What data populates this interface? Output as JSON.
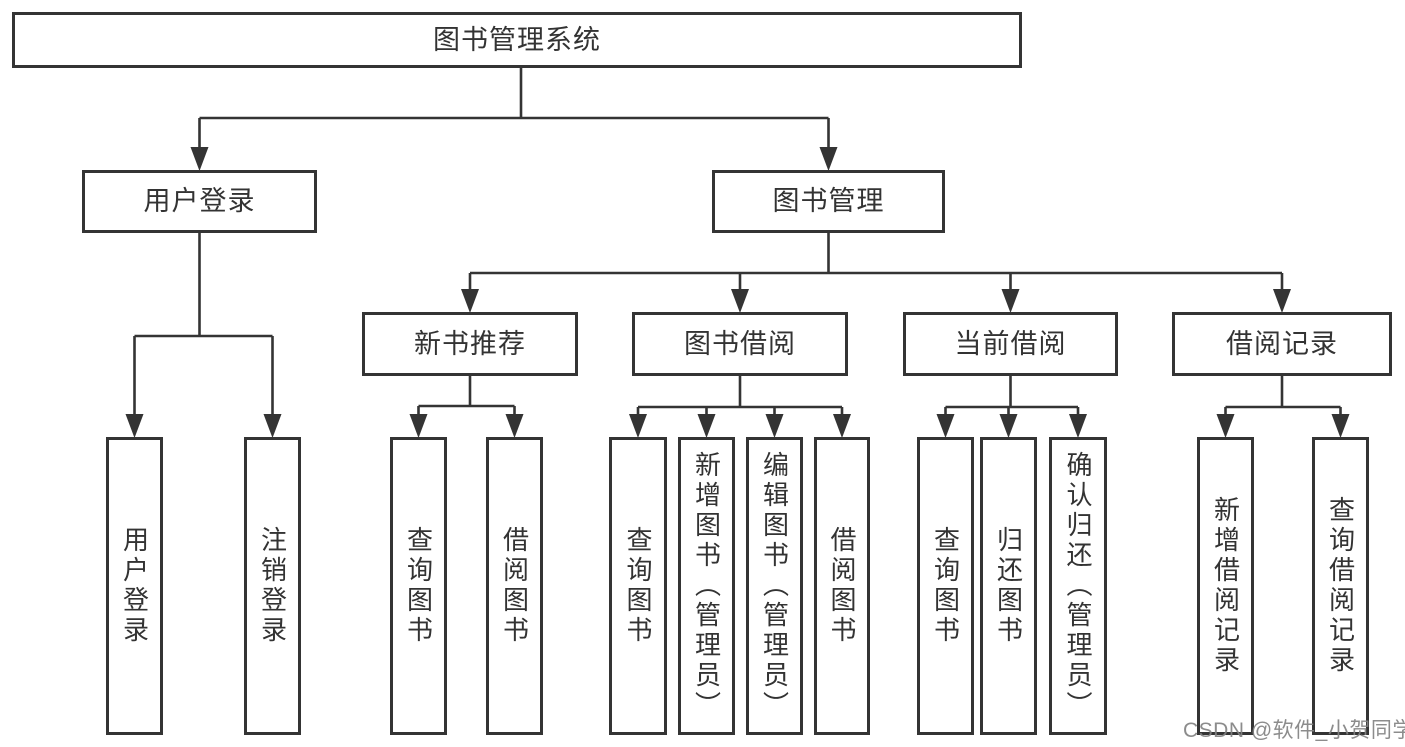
{
  "colors": {
    "background": "#ffffff",
    "line": "#343434",
    "box_border": "#343434",
    "text": "#333333",
    "watermark": "#828282"
  },
  "watermark": {
    "text": "CSDN @软件_小贺同学"
  },
  "nodes": {
    "root": "图书管理系统",
    "user_login": "用户登录",
    "book_management": "图书管理",
    "new_book_recommend": "新书推荐",
    "book_borrowing": "图书借阅",
    "current_borrowing": "当前借阅",
    "borrowing_records": "借阅记录",
    "leaf_user_login": "用户登录",
    "leaf_logout": "注销登录",
    "leaf_recommend_query_books": "查询图书",
    "leaf_recommend_borrow_books": "借阅图书",
    "leaf_borrowing_query_books": "查询图书",
    "leaf_borrowing_add_books": "新增图书（管理员）",
    "leaf_borrowing_edit_books": "编辑图书（管理员）",
    "leaf_borrowing_borrow_books": "借阅图书",
    "leaf_current_query_books": "查询图书",
    "leaf_current_return_books": "归还图书",
    "leaf_current_confirm_return": "确认归还（管理员）",
    "leaf_records_add_record": "新增借阅记录",
    "leaf_records_query_record": "查询借阅记录"
  },
  "hierarchy": {
    "图书管理系统": {
      "用户登录": [
        "用户登录",
        "注销登录"
      ],
      "图书管理": {
        "新书推荐": [
          "查询图书",
          "借阅图书"
        ],
        "图书借阅": [
          "查询图书",
          "新增图书（管理员）",
          "编辑图书（管理员）",
          "借阅图书"
        ],
        "当前借阅": [
          "查询图书",
          "归还图书",
          "确认归还（管理员）"
        ],
        "借阅记录": [
          "新增借阅记录",
          "查询借阅记录"
        ]
      }
    }
  }
}
